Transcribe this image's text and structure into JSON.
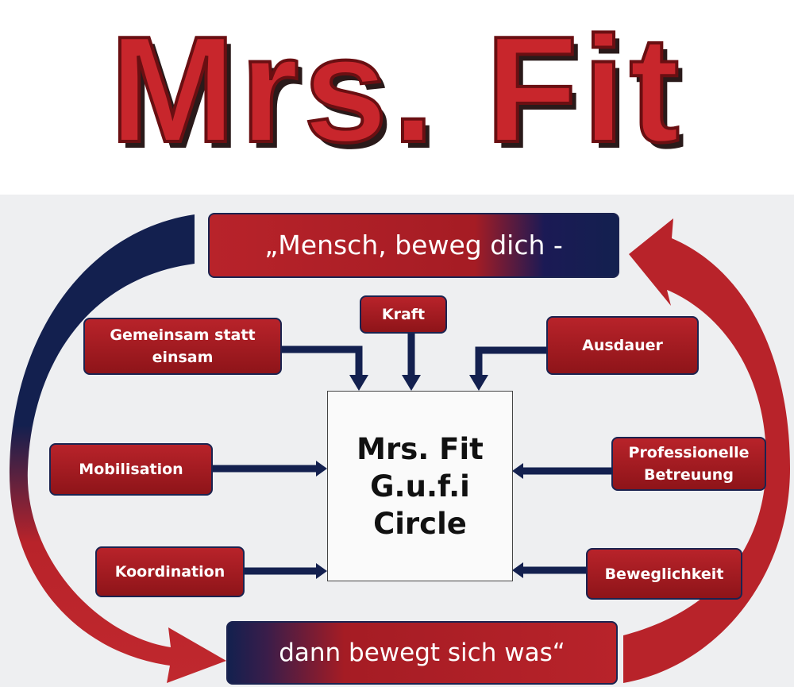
{
  "title": "Mrs. Fit",
  "diagram": {
    "top_slogan": "„Mensch, beweg dich -",
    "bottom_slogan": "dann bewegt sich was“",
    "center": [
      "Mrs. Fit",
      "G.u.f.i",
      "Circle"
    ],
    "inputs": {
      "kraft": "Kraft",
      "gemeinsam": [
        "Gemeinsam statt",
        "einsam"
      ],
      "ausdauer": "Ausdauer",
      "mobilisation": "Mobilisation",
      "professionelle": [
        "Professionelle",
        "Betreuung"
      ],
      "koordination": "Koordination",
      "beweglichkeit": "Beweglichkeit"
    },
    "colors": {
      "red": "#b8232a",
      "navy": "#13204f",
      "background": "#eeeff1"
    }
  }
}
